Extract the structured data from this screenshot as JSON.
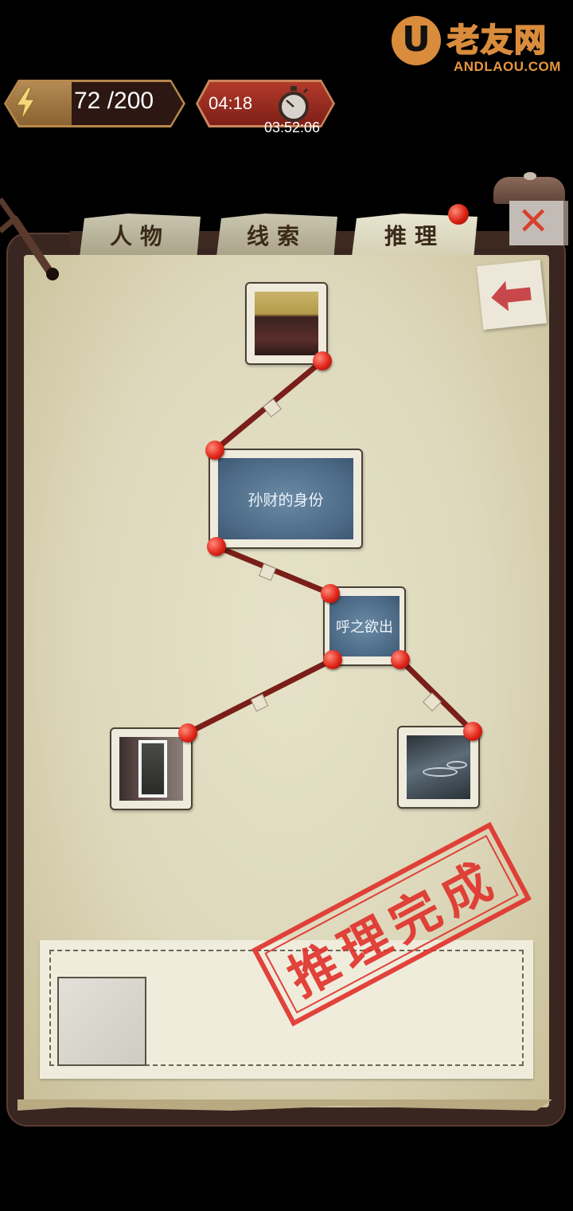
{
  "watermark": {
    "cn": "老友网",
    "en": "ANDLAOU.COM",
    "icon": "u-logo-icon"
  },
  "status": {
    "energy": {
      "icon": "lightning-bolt-icon",
      "value": "72 /200"
    },
    "timer": {
      "icon": "stopwatch-icon",
      "value": "04:18",
      "sub_value": "03:52:06"
    }
  },
  "tabs": [
    {
      "label": "人物",
      "active": false
    },
    {
      "label": "线索",
      "active": false
    },
    {
      "label": "推理",
      "active": true,
      "has_notification_dot": true
    }
  ],
  "close_button": {
    "icon": "close-x-icon"
  },
  "back_button": {
    "icon": "back-arrow-icon"
  },
  "deduction_nodes": [
    {
      "id": "top",
      "type": "image",
      "desc": "gold-box-photo"
    },
    {
      "id": "identity",
      "type": "text",
      "label": "孙财的身份"
    },
    {
      "id": "emerging",
      "type": "text",
      "label": "呼之欲出"
    },
    {
      "id": "left",
      "type": "image",
      "desc": "old-portrait-photo"
    },
    {
      "id": "right",
      "type": "image",
      "desc": "coins-photo"
    }
  ],
  "stamp": {
    "text": "推理完成",
    "color": "#e0302a"
  },
  "colors": {
    "paper": "#e3dfc6",
    "link": "#7a1e1a",
    "pin": "#e0261a",
    "node_blue": "#5a7a96"
  }
}
